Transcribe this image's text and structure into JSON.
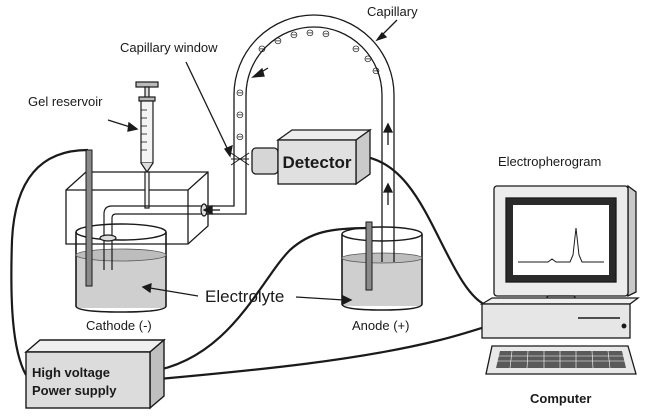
{
  "labels": {
    "capillary": "Capillary",
    "capillary_window": "Capillary window",
    "gel_reservoir": "Gel reservoir",
    "detector": "Detector",
    "electropherogram": "Electropherogram",
    "electrolyte": "Electrolyte",
    "cathode": "Cathode (-)",
    "anode": "Anode (+)",
    "hv_line1": "High voltage",
    "hv_line2": "Power supply",
    "computer": "Computer"
  },
  "symbols": {
    "negative_charge": "⊖"
  },
  "colors": {
    "line": "#1a1a1a",
    "box_fill": "#e0e0e0",
    "electrolyte_fill": "#cfcfcf",
    "screen_dark": "#2a2a2a"
  }
}
